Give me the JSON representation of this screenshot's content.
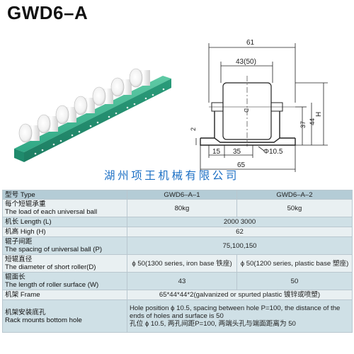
{
  "title": "GWD6–A",
  "drawing": {
    "dim_total_width": "61",
    "dim_inner_width": "43(50)",
    "dim_hole_offset": "15",
    "dim_hole_pitch": "35",
    "dim_base_length": "65",
    "dim_base_thickness": "2",
    "dim_roller_height": "37",
    "dim_overall_height": "44",
    "dim_h": "H",
    "dim_hole_dia": "Φ10.5",
    "dim_d": "D"
  },
  "company_name": "湖州项王机械有限公司",
  "table": {
    "header": {
      "label": "型号 Type",
      "col1": "GWD6–A–1",
      "col2": "GWD6–A–2"
    },
    "load": {
      "label_cn": "每个短辊承重",
      "label_en": "The load of each universal ball",
      "col1": "80kg",
      "col2": "50kg"
    },
    "length": {
      "label": "机长 Length (L)",
      "value": "2000  3000"
    },
    "height": {
      "label": "机高 High (H)",
      "value": "62"
    },
    "spacing": {
      "label_cn": "辊子间距",
      "label_en": "The spacing of universal ball (P)",
      "value": "75,100,150"
    },
    "diameter": {
      "label_cn": "短辊直径",
      "label_en": "The diameter of short roller(D)",
      "col1": "ϕ 50(1300 series, iron base 铁座)",
      "col2": "ϕ 50(1200 series, plastic base 塑座)"
    },
    "roller_length": {
      "label_cn": "辊面长",
      "label_en": "The length of roller surface (W)",
      "col1": "43",
      "col2": "50"
    },
    "frame": {
      "label": "机架 Frame",
      "value": "65*44*44*2(galvanized or spurted plastic 镀锌或喷塑)"
    },
    "mount": {
      "label_cn": "机架安装底孔",
      "label_en": "Rack mounts bottom hole",
      "value_en": "Hole position ϕ 10.5, spacing between hole P=100, the distance of the ends of holes and surface is 50",
      "value_cn": "孔位 ϕ 10.5, 两孔间距P=100, 两端头孔与端面距离为 50"
    }
  }
}
